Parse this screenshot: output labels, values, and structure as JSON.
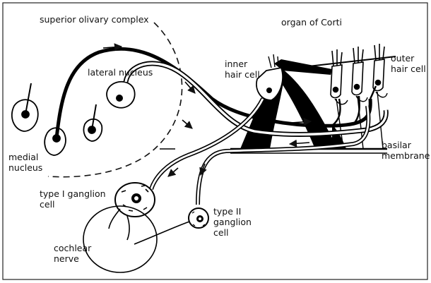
{
  "labels": {
    "superior_olivary_complex": "superior olivary complex",
    "organ_of_corti": "organ of Corti",
    "inner_hair_cell": [
      "inner",
      "hair cell"
    ],
    "outer_hair_cell": [
      "outer",
      "hair cell"
    ],
    "lateral_nucleus": "lateral nucleus",
    "medial_nucleus": [
      "medial",
      "nucleus"
    ],
    "basilar_membrane": [
      "basilar",
      "membrane"
    ],
    "type_i_ganglion_cell": [
      "type I ganglion",
      "cell"
    ],
    "type_ii_ganglion_cell": [
      "type II",
      "ganglion",
      "cell"
    ],
    "cochlear_nerve": [
      "cochlear",
      "nerve"
    ]
  }
}
